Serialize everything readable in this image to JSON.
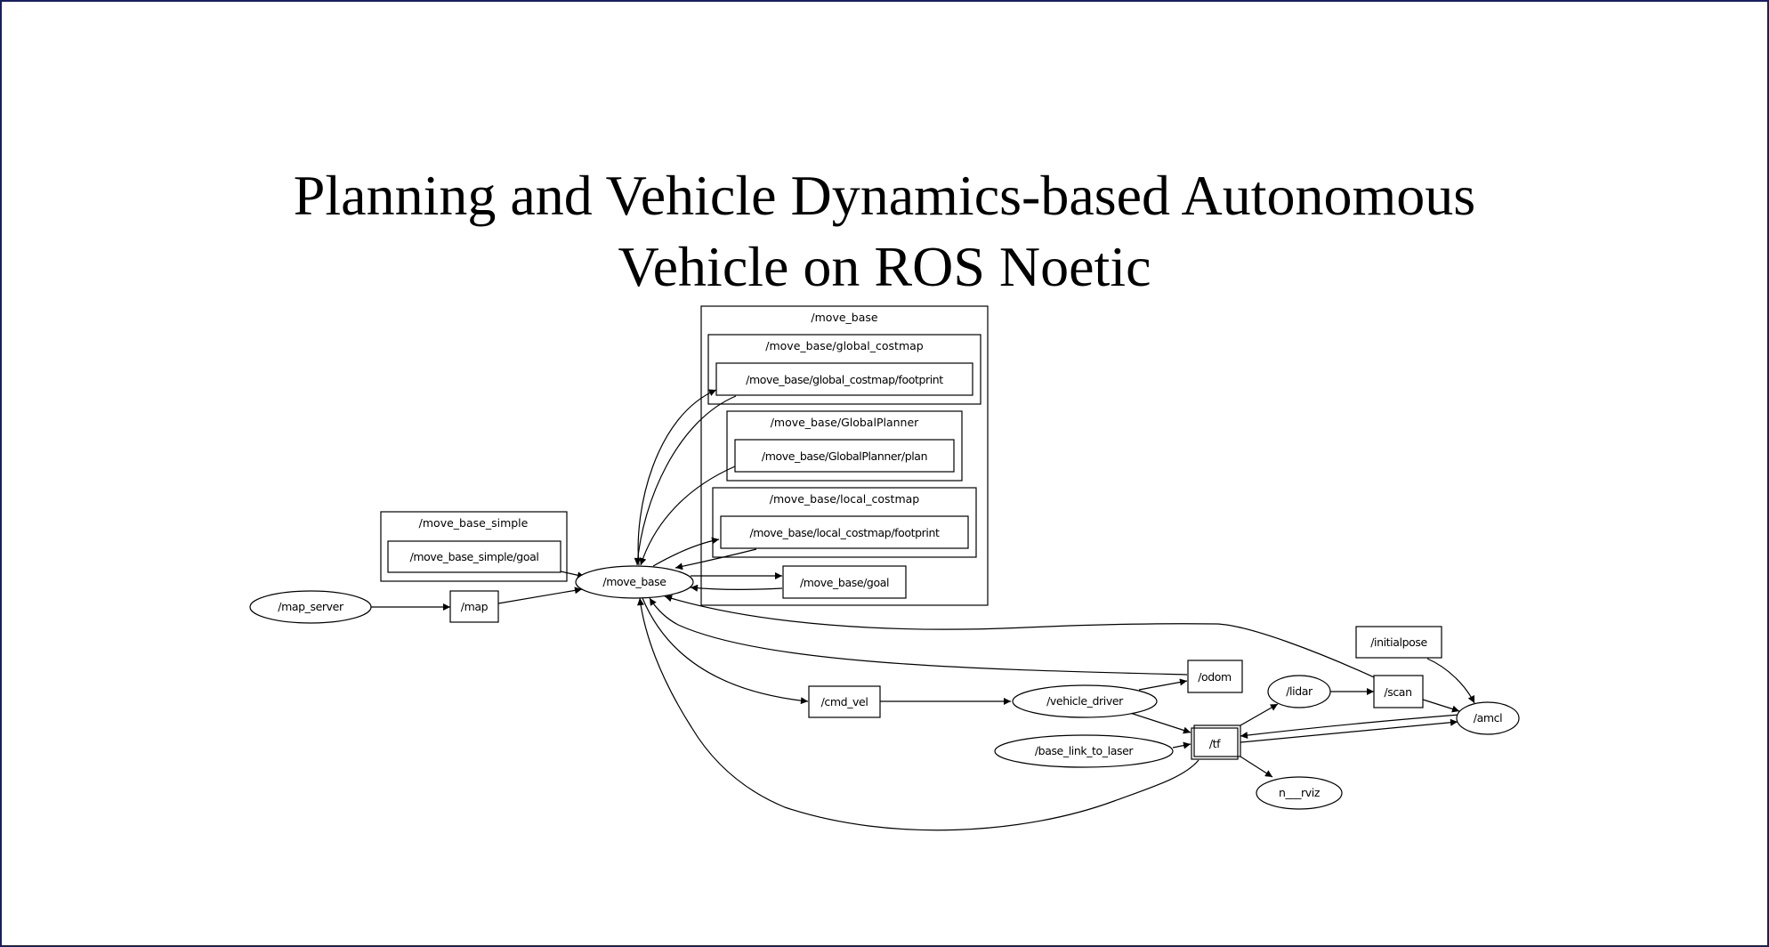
{
  "title": {
    "line1": "Planning and Vehicle Dynamics-based Autonomous",
    "line2": "Vehicle on ROS Noetic"
  },
  "clusters": {
    "move_base": "/move_base",
    "global_costmap": "/move_base/global_costmap",
    "global_planner": "/move_base/GlobalPlanner",
    "local_costmap": "/move_base/local_costmap",
    "move_base_simple": "/move_base_simple"
  },
  "nodes": {
    "map_server": "/map_server",
    "move_base": "/move_base",
    "vehicle_driver": "/vehicle_driver",
    "base_link_to_laser": "/base_link_to_laser",
    "lidar": "/lidar",
    "amcl": "/amcl",
    "rviz": "n___rviz"
  },
  "topics": {
    "map": "/map",
    "move_base_simple_goal": "/move_base_simple/goal",
    "global_footprint": "/move_base/global_costmap/footprint",
    "global_plan": "/move_base/GlobalPlanner/plan",
    "local_footprint": "/move_base/local_costmap/footprint",
    "move_base_goal": "/move_base/goal",
    "odom": "/odom",
    "cmd_vel": "/cmd_vel",
    "tf": "/tf",
    "scan": "/scan",
    "initialpose": "/initialpose"
  }
}
